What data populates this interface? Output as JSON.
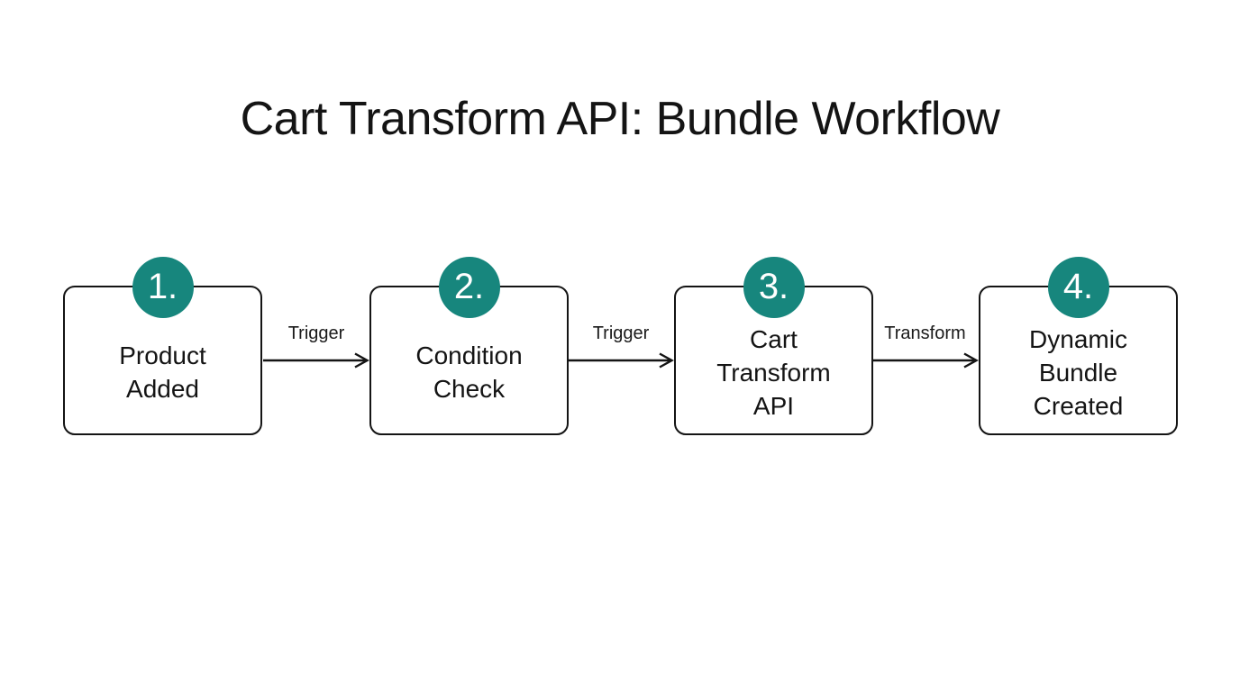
{
  "title": "Cart Transform API: Bundle Workflow",
  "diagram": {
    "type": "flowchart",
    "direction": "left-to-right",
    "steps": [
      {
        "number": "1.",
        "label": "Product\nAdded"
      },
      {
        "number": "2.",
        "label": "Condition\nCheck"
      },
      {
        "number": "3.",
        "label": "Cart\nTransform\nAPI"
      },
      {
        "number": "4.",
        "label": "Dynamic\nBundle\nCreated"
      }
    ],
    "connectors": [
      {
        "from": "Product Added",
        "to": "Condition Check",
        "label": "Trigger"
      },
      {
        "from": "Condition Check",
        "to": "Cart Transform API",
        "label": "Trigger"
      },
      {
        "from": "Cart Transform API",
        "to": "Dynamic Bundle Created",
        "label": "Transform"
      }
    ]
  },
  "colors": {
    "accent": "#17867D",
    "ink": "#141414",
    "background": "#FFFFFF",
    "badge_text": "#FFFFFF"
  }
}
